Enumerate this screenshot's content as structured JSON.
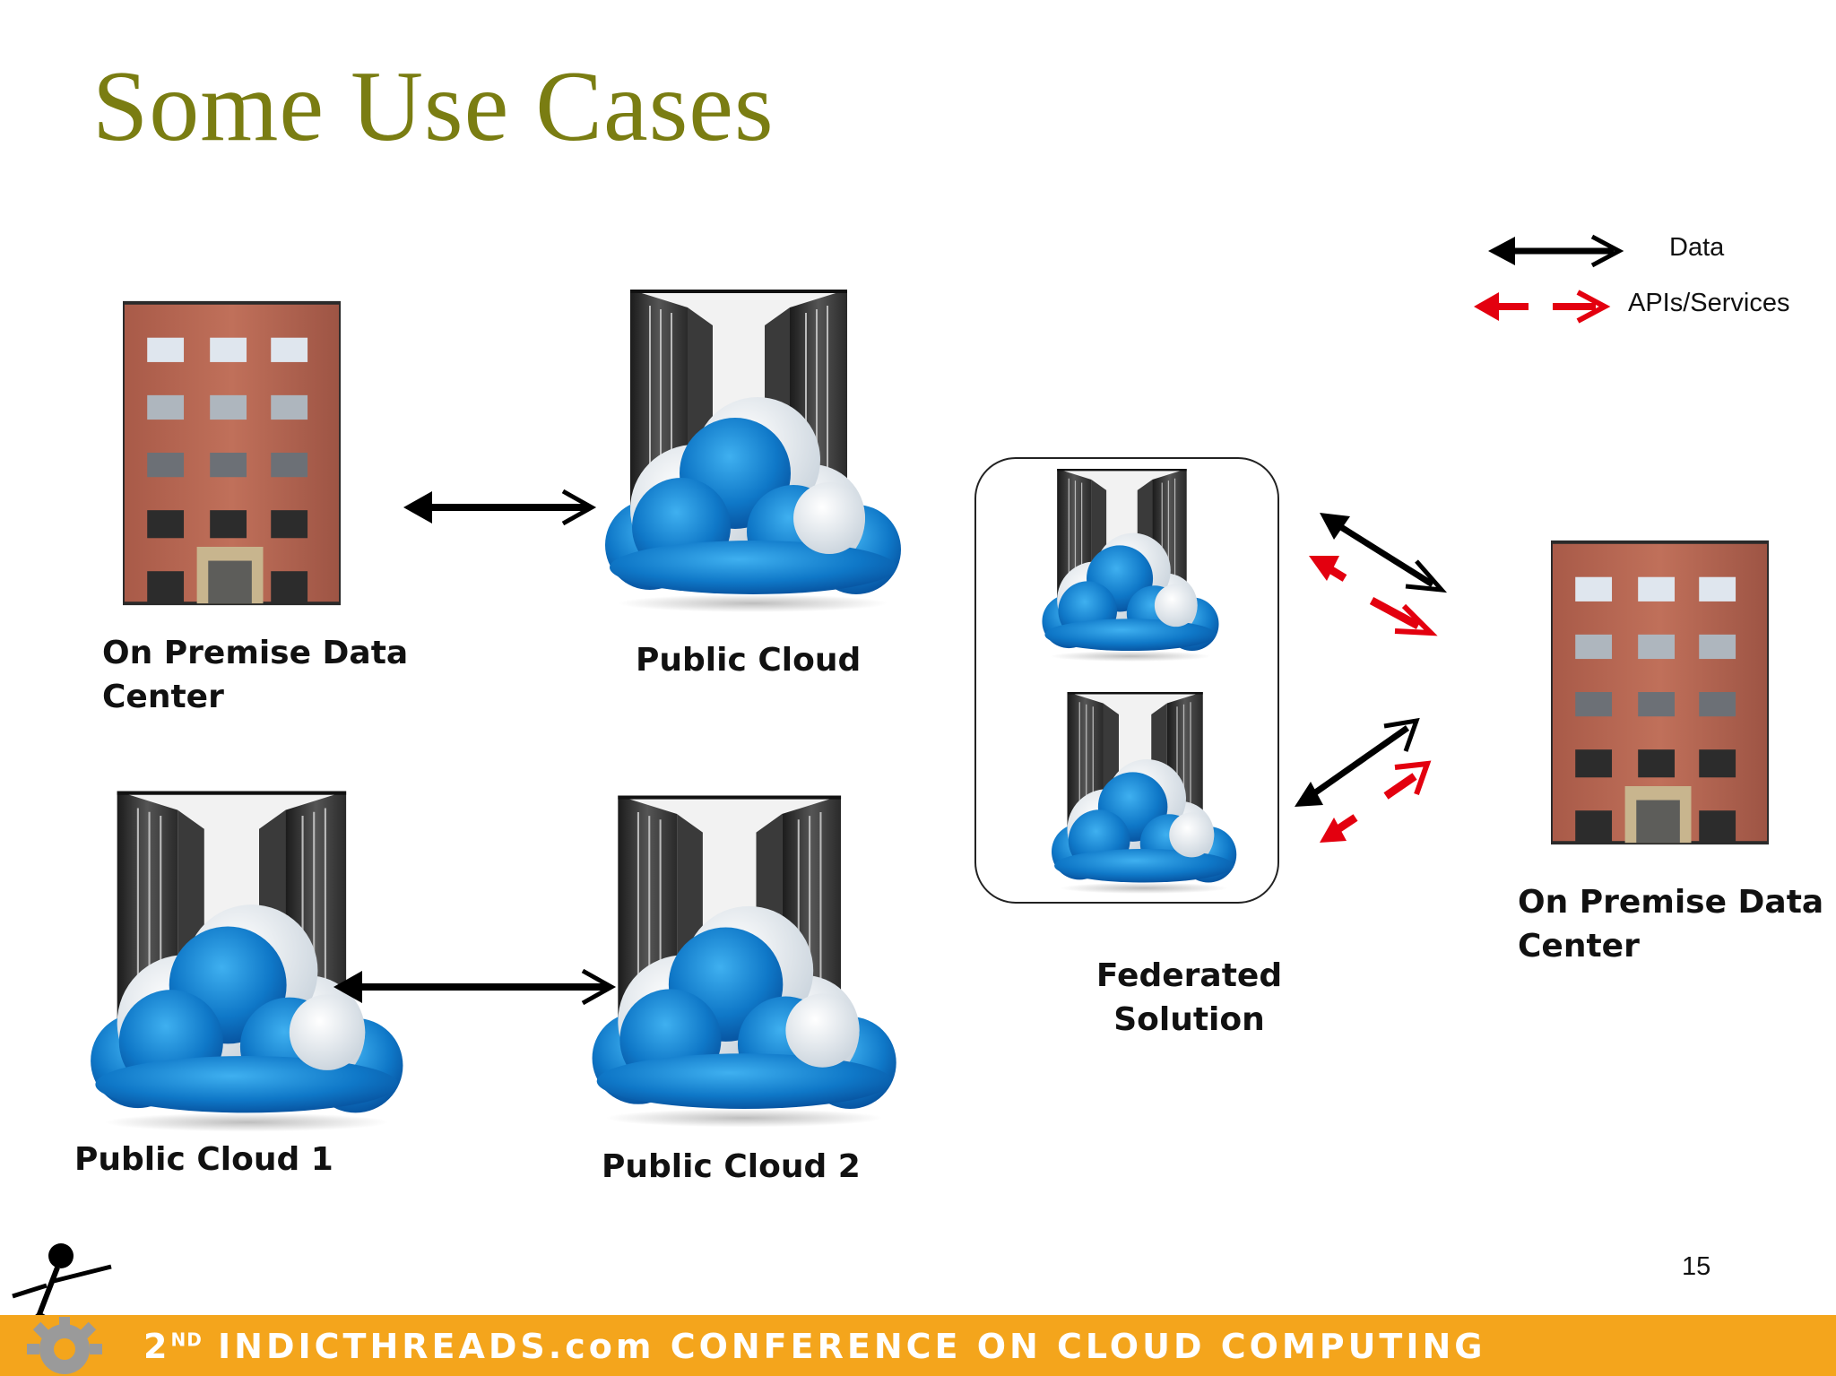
{
  "slide": {
    "title": "Some Use Cases",
    "page_number": "15"
  },
  "legend": {
    "data_label": "Data",
    "api_label": "APIs/Services",
    "data_color": "#000000",
    "api_color": "#e3000f"
  },
  "labels": {
    "on_premise_left_line1": "On Premise Data",
    "on_premise_left_line2": "Center",
    "public_cloud": "Public Cloud",
    "public_cloud_1": "Public Cloud 1",
    "public_cloud_2": "Public Cloud 2",
    "federated_line1": "Federated",
    "federated_line2": "Solution",
    "on_premise_right_line1": "On Premise Data",
    "on_premise_right_line2": "Center"
  },
  "footer": {
    "prefix": "2",
    "superscript": "ND",
    "text": " INDICTHREADS.com CONFERENCE ON CLOUD COMPUTING",
    "color": "#f4a51c"
  },
  "icons": [
    "building-icon",
    "server-cloud-icon",
    "stick-figure-icon",
    "gear-icon"
  ]
}
